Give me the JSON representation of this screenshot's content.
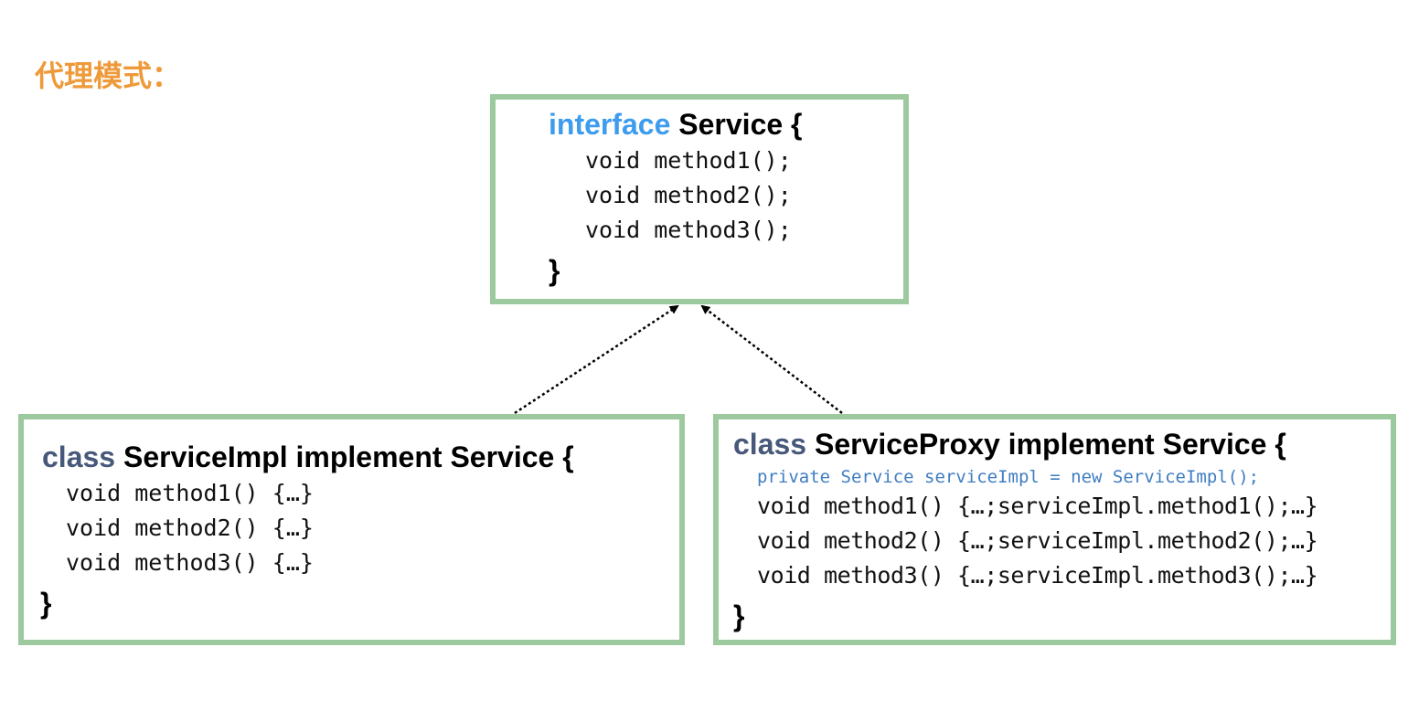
{
  "title": "代理模式：",
  "colors": {
    "title": "#ef9a3a",
    "box_border": "#9cc99d",
    "interface_keyword": "#3d9ced",
    "class_keyword": "#47587a",
    "private_line": "#3f7dc2"
  },
  "interface_box": {
    "keyword": "interface",
    "header": " Service {",
    "methods": [
      "void method1();",
      "void method2();",
      "void method3();"
    ],
    "close": "}"
  },
  "impl_box": {
    "keyword": "class",
    "header": " ServiceImpl implement Service {",
    "methods": [
      "void method1() {…}",
      "void method2() {…}",
      "void method3() {…}"
    ],
    "close": "}"
  },
  "proxy_box": {
    "keyword": "class",
    "header": " ServiceProxy implement Service {",
    "field": "private Service serviceImpl = new ServiceImpl();",
    "methods": [
      "void method1() {…;serviceImpl.method1();…}",
      "void method2() {…;serviceImpl.method2();…}",
      "void method3() {…;serviceImpl.method3();…}"
    ],
    "close": "}"
  }
}
